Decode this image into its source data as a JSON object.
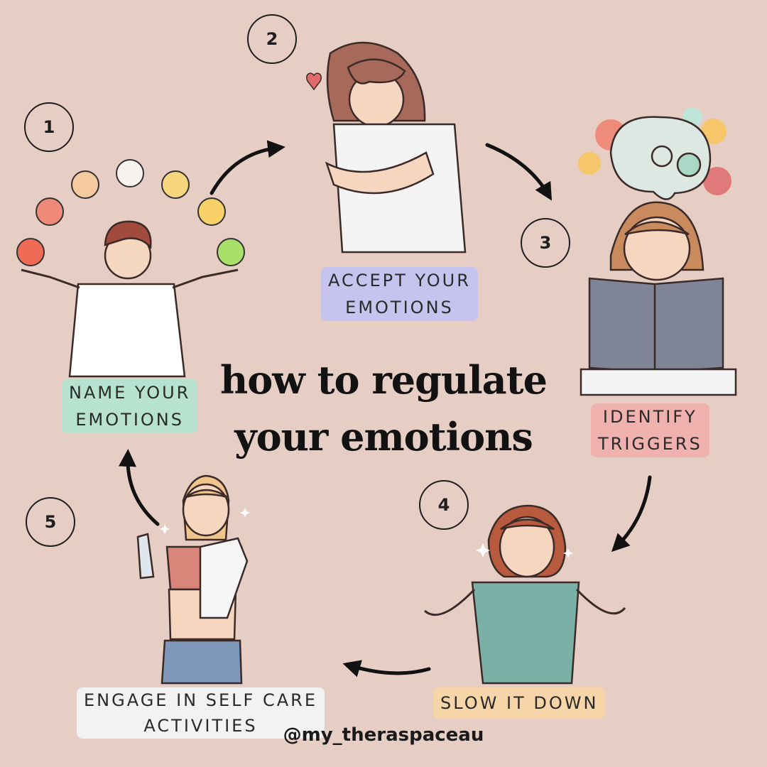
{
  "title": {
    "line1": "how to regulate",
    "line2": "your emotions"
  },
  "steps": [
    {
      "number": "1",
      "label_line1": "NAME YOUR",
      "label_line2": "EMOTIONS",
      "color": "#b7e2cf"
    },
    {
      "number": "2",
      "label_line1": "ACCEPT YOUR",
      "label_line2": "EMOTIONS",
      "color": "#c7c3ef"
    },
    {
      "number": "3",
      "label_line1": "IDENTIFY",
      "label_line2": "TRIGGERS",
      "color": "#f0b2ae"
    },
    {
      "number": "4",
      "label_line1": "SLOW IT DOWN",
      "label_line2": "",
      "color": "#f6d5a8"
    },
    {
      "number": "5",
      "label_line1": "ENGAGE IN SELF CARE",
      "label_line2": "ACTIVITIES",
      "color": "#f2f2f2"
    }
  ],
  "handle": "@my_theraspaceau",
  "colors": {
    "background": "#e6cec4",
    "text": "#1e1e1e"
  },
  "icons": [
    "emoji-faces-icon",
    "heart-icon",
    "brain-gears-icon",
    "arrow-icon",
    "sparkle-icon",
    "water-bottle-icon",
    "towel-icon",
    "book-icon"
  ]
}
